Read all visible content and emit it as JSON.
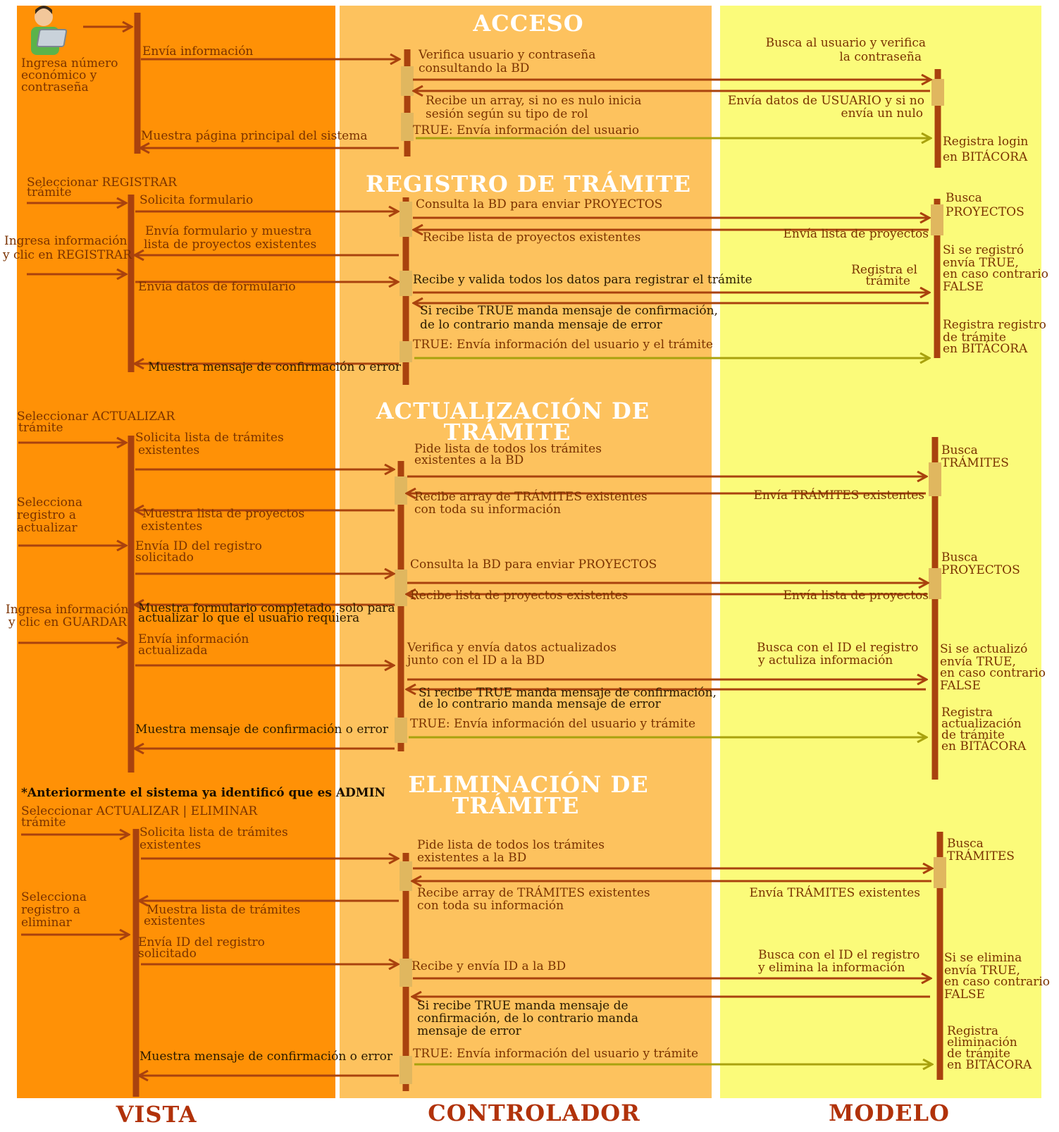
{
  "columns": {
    "vista": "VISTA",
    "controlador": "CONTROLADOR",
    "modelo": "MODELO"
  },
  "colors": {
    "vista_bg": "#ff9106",
    "controlador_bg": "#fdc25e",
    "modelo_bg": "#fbfb7a",
    "lifeline": "#a9420e",
    "request_arrow": "#a9420e",
    "log_arrow": "#a9a20e",
    "text": "#7a3200"
  },
  "sections": {
    "acceso": "ACCESO",
    "registro": "REGISTRO DE TRÁMITE",
    "actualizacion_1": "ACTUALIZACIÓN DE",
    "actualizacion_2": "TRÁMITE",
    "eliminacion_1": "ELIMINACIÓN DE",
    "eliminacion_2": "TRÁMITE"
  },
  "note": "*Anteriormente el sistema ya identificó que es ADMIN",
  "acceso": {
    "user_1": "Ingresa número",
    "user_2": "económico y",
    "user_3": "contraseña",
    "envia_info": "Envía información",
    "verifica_1": "Verifica usuario y contraseña",
    "verifica_2": "consultando la BD",
    "busca_1": "Busca al usuario y verifica",
    "busca_2": "la contraseña",
    "recibe_1": "Recibe un array, si no es nulo inicia",
    "recibe_2": "sesión según su tipo de rol",
    "envia_datos_1": "Envía datos de USUARIO y si no",
    "envia_datos_2": "envía un nulo",
    "true_info": "TRUE: Envía información del usuario",
    "muestra": "Muestra página principal del sistema",
    "registra_1": "Registra login",
    "registra_2": "en BITÁCORA"
  },
  "registro": {
    "sel_1": "Seleccionar REGISTRAR",
    "sel_2": "trámite",
    "solicita": "Solicita formulario",
    "consulta": "Consulta la BD  para enviar PROYECTOS",
    "busca_1": "Busca",
    "busca_2": "PROYECTOS",
    "envia_form_1": "Envía formulario y muestra",
    "envia_form_2": "lista de proyectos existentes",
    "recibe_lista": "Recibe lista de proyectos existentes",
    "envia_lista": "Envía lista de proyectos",
    "ingresa_1": "Ingresa información",
    "ingresa_2": "y clic en REGISTRAR",
    "envia_datos": "Envía datos de formulario",
    "recibe_valida": "Recibe y valida todos los datos para registrar el trámite",
    "registra_el_1": "Registra el",
    "registra_el_2": "trámite",
    "si_1": "Si se registró",
    "si_2": "envía TRUE,",
    "si_3": "en caso contrario",
    "si_4": "FALSE",
    "si_recibe_1": "Si recibe TRUE manda mensaje de confirmación,",
    "si_recibe_2": "de lo contrario manda mensaje de error",
    "true_info": "TRUE: Envía información del usuario y el trámite",
    "registra_reg_1": "Registra registro",
    "registra_reg_2": "de trámite",
    "registra_reg_3": "en BITÁCORA",
    "muestra": "Muestra mensaje de confirmación o error"
  },
  "actualizacion": {
    "sel_1": "Seleccionar ACTUALIZAR",
    "sel_2": "trámite",
    "solicita_1": "Solicita lista de trámites",
    "solicita_2": "existentes",
    "pide_1": "Pide lista de todos los trámites",
    "pide_2": "existentes a la BD",
    "busca_1": "Busca",
    "busca_2": "TRÁMITES",
    "recibe_arr_1": "Recibe array de TRÁMITES existentes",
    "recibe_arr_2": "con toda su información",
    "envia_tram": "Envía TRÁMITES existentes",
    "selecciona_1": "Selecciona",
    "selecciona_2": "registro a",
    "selecciona_3": "actualizar",
    "muestra_lista_1": "Muestra lista de proyectos",
    "muestra_lista_2": "existentes",
    "envia_id_1": "Envía ID del registro",
    "envia_id_2": "solicitado",
    "consulta": "Consulta la BD  para enviar PROYECTOS",
    "busca_p_1": "Busca",
    "busca_p_2": "PROYECTOS",
    "recibe_lista": "Recibe lista de proyectos existentes",
    "envia_lista": "Envía lista de proyectos",
    "ingresa_1": "Ingresa información",
    "ingresa_2": "y clic en GUARDAR",
    "muestra_form_1": "Muestra formulario completado, solo para",
    "muestra_form_2": "actualizar lo que el usuario requiera",
    "envia_info_1": "Envía información",
    "envia_info_2": "actualizada",
    "verifica_1": "Verifica y envía datos actualizados",
    "verifica_2": "junto con el ID a la BD",
    "busca_id_1": "Busca con el ID el registro",
    "busca_id_2": "y actuliza información",
    "si_1": "Si se actualizó",
    "si_2": "envía TRUE,",
    "si_3": "en caso contrario",
    "si_4": "FALSE",
    "si_recibe_1": "Si recibe TRUE manda mensaje de confirmación,",
    "si_recibe_2": "de lo contrario manda mensaje de error",
    "true_info": "TRUE: Envía información del usuario y trámite",
    "muestra": "Muestra mensaje de confirmación o error",
    "registra_1": "Registra",
    "registra_2": "actualización",
    "registra_3": "de trámite",
    "registra_4": "en BITÁCORA"
  },
  "eliminacion": {
    "sel_1": "Seleccionar ACTUALIZAR | ELIMINAR",
    "sel_2": "trámite",
    "solicita_1": "Solicita lista de trámites",
    "solicita_2": "existentes",
    "pide_1": "Pide lista de todos los trámites",
    "pide_2": "existentes a la BD",
    "busca_1": "Busca",
    "busca_2": "TRÁMITES",
    "recibe_arr_1": "Recibe array de TRÁMITES existentes",
    "recibe_arr_2": "con toda su información",
    "envia_tram": "Envía TRÁMITES existentes",
    "selecciona_1": "Selecciona",
    "selecciona_2": "registro a",
    "selecciona_3": "eliminar",
    "muestra_lista_1": "Muestra lista de trámites",
    "muestra_lista_2": "existentes",
    "envia_id_1": "Envía ID del registro",
    "envia_id_2": "solicitado",
    "recibe_envia": "Recibe y envía ID a la BD",
    "busca_id_1": "Busca con el ID el registro",
    "busca_id_2": "y elimina la información",
    "si_1": "Si se elimina",
    "si_2": "envía TRUE,",
    "si_3": "en caso contrario",
    "si_4": "FALSE",
    "si_recibe_1": "Si recibe TRUE manda mensaje de",
    "si_recibe_2": "confirmación, de lo contrario manda",
    "si_recibe_3": "mensaje de error",
    "true_info": "TRUE: Envía información del usuario y trámite",
    "muestra": "Muestra mensaje de confirmación o error",
    "registra_1": "Registra",
    "registra_2": "eliminación",
    "registra_3": "de trámite",
    "registra_4": "en BITÁCORA"
  }
}
